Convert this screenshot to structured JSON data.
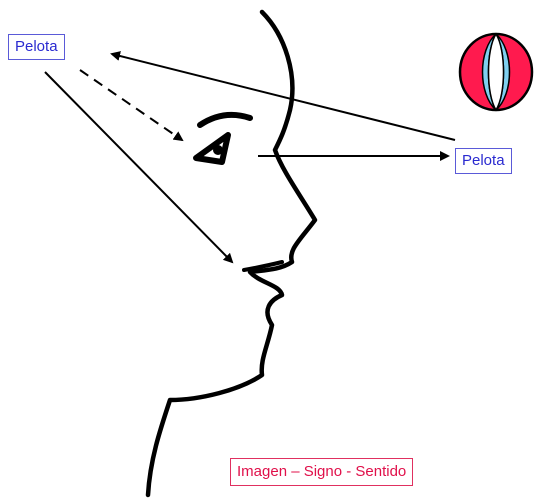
{
  "labels": {
    "ball_left": "Pelota",
    "ball_right": "Pelota",
    "caption": "Imagen – Signo - Sentido"
  },
  "colors": {
    "label_text": "#2a2ad0",
    "label_border": "#5a5ad8",
    "caption_text": "#e0104a",
    "caption_border": "#e03060",
    "ball_red": "#ff1a4e",
    "ball_blue": "#7fd0f0",
    "line": "#000000"
  },
  "icons": {
    "ball": "striped-ball-icon",
    "eye": "eye-icon"
  }
}
